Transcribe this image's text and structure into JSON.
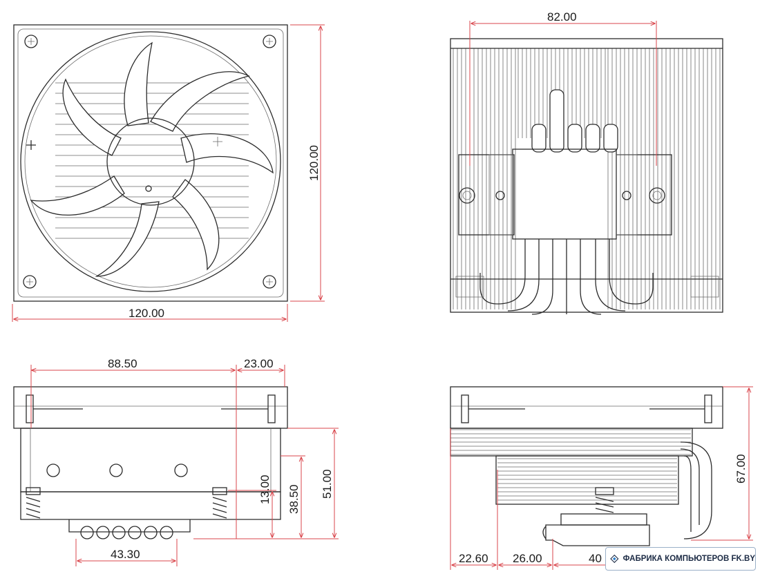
{
  "drawing": {
    "views": {
      "front": {
        "dimensions": {
          "width": "120.00",
          "height": "120.00"
        }
      },
      "top": {
        "dimensions": {
          "heatpipe_span": "82.00"
        }
      },
      "side_left": {
        "dimensions": {
          "depth_main": "88.50",
          "overhang": "23.00",
          "base_width": "43.30",
          "dim_13": "13.00",
          "dim_38_5": "38.50",
          "dim_51": "51.00"
        }
      },
      "side_right": {
        "dimensions": {
          "height_total": "67.00",
          "offset_a": "22.60",
          "offset_b": "26.00",
          "offset_c": "40"
        }
      }
    },
    "colors": {
      "dimension_line": "#d9454b",
      "part_line": "#2b2b2b"
    }
  },
  "watermark": {
    "text": "ФАБРИКА КОМПЬЮТЕРОВ FK.BY",
    "icon": "diamond-logo-icon"
  }
}
